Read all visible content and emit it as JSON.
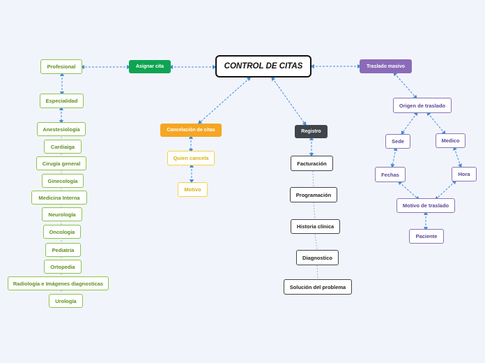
{
  "central": "CONTROL DE CITAS",
  "asignar": {
    "title": "Asignar cita",
    "profesional": "Profesional",
    "especialidad": "Especialidad",
    "specialties": [
      "Anestesiología",
      "Cardiaiga",
      "Cirugía general",
      "Ginecología",
      "Medicina Interna",
      "Neurología",
      "Oncología",
      "Pediatría",
      "Ortopedia",
      "Radiología e Imágenes diagnosticas",
      "Urología"
    ]
  },
  "cancelacion": {
    "title": "Cancelación de citas",
    "quien": "Quien cancela",
    "motivo": "Motivo"
  },
  "registro": {
    "title": "Registro",
    "items": [
      "Facturación",
      "Programación",
      "Historia clínica",
      "Diagnostico",
      "Solución del problema"
    ]
  },
  "traslado": {
    "title": "Traslado masivo",
    "origen": "Origen de traslado",
    "sede": "Sede",
    "medico": "Medico",
    "fechas": "Fechas",
    "hora": "Hora",
    "motivo": "Motivo de traslado",
    "paciente": "Paciente"
  },
  "colors": {
    "link": "#3c8ed8",
    "asignar": "#0da452",
    "cancelacion": "#f5a623",
    "registro": "#3f4549",
    "traslado": "#8a6bb8",
    "green_border": "#8bc34a",
    "yellow_border": "#f5d23d",
    "purple_border": "#8a74b8"
  }
}
